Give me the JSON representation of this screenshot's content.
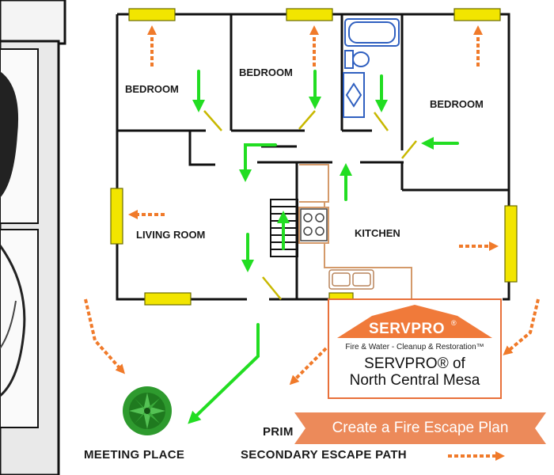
{
  "rooms": {
    "bedroom_left": "BEDROOM",
    "bedroom_middle": "BEDROOM",
    "bedroom_right": "BEDROOM",
    "living_room": "LIVING ROOM",
    "kitchen": "KITCHEN"
  },
  "legend": {
    "meeting_place": "MEETING PLACE",
    "primary_path": "PRIM",
    "secondary_path": "SECONDARY ESCAPE PATH"
  },
  "logo": {
    "brand": "SERVPRO",
    "brand_mark": "®",
    "tagline": "Fire & Water - Cleanup & Restoration™",
    "name_line1": "SERVPRO® of",
    "name_line2": "North Central Mesa"
  },
  "banner": {
    "text": "Create a Fire Escape Plan"
  },
  "colors": {
    "primary_path": "#22dd22",
    "secondary_path": "#f07a2a",
    "window": "#f2e500",
    "brand": "#e8703a",
    "tree": "#2e9a2e"
  },
  "icons": [
    "tree-icon",
    "bathtub-icon",
    "toilet-icon",
    "sink-icon",
    "stove-icon"
  ]
}
